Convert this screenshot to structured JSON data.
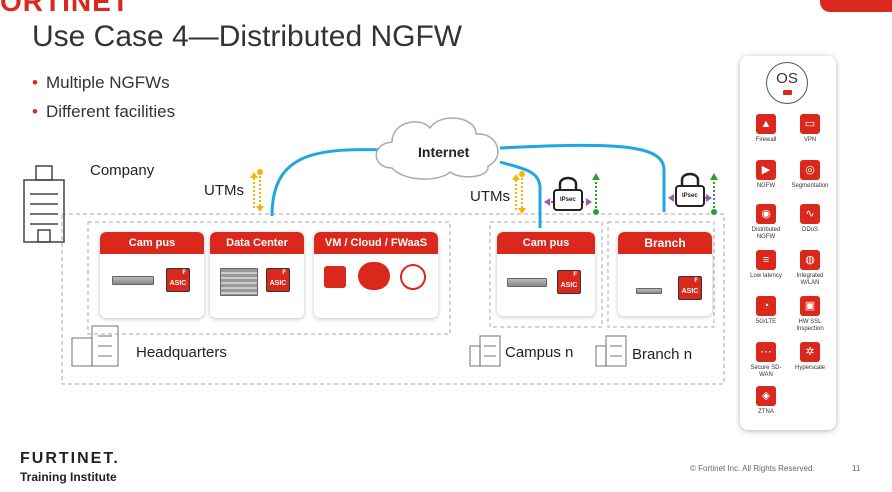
{
  "brand": {
    "logo_fragment": "ORTINET",
    "footer_logo": "FURTINET.",
    "footer_sub": "Training Institute",
    "accent": "#da291c"
  },
  "slide": {
    "title": "Use Case 4—Distributed NGFW",
    "bullets": [
      "Multiple NGFWs",
      "Different facilities"
    ],
    "copyright": "© Fortinet Inc. All Rights Reserved.",
    "page_number": "11"
  },
  "diagram": {
    "internet": "Internet",
    "company": "Company",
    "utms_left": "UTMs",
    "utms_right": "UTMs",
    "ipsec": "IPsec",
    "headquarters": "Headquarters",
    "campus_n": "Campus n",
    "branch_n": "Branch n",
    "cards": {
      "campus": "Cam pus",
      "data_center": "Data Center",
      "vm_cloud": "VM / Cloud / FWaaS",
      "campus2": "Cam pus",
      "branch": "Branch"
    },
    "asic": "ASIC"
  },
  "os_panel": {
    "badge": "OS",
    "features": [
      {
        "label": "Firewall",
        "icon": "flame-icon",
        "glyph": "▲"
      },
      {
        "label": "VPN",
        "icon": "vpn-icon",
        "glyph": "▭"
      },
      {
        "label": "NGFW",
        "icon": "ngfw-icon",
        "glyph": "▶"
      },
      {
        "label": "Segmentation",
        "icon": "segmentation-icon",
        "glyph": "◎"
      },
      {
        "label": "Distributed NGFW",
        "icon": "distributed-icon",
        "glyph": "◉"
      },
      {
        "label": "DDoS",
        "icon": "ddos-icon",
        "glyph": "∿"
      },
      {
        "label": "Low latency",
        "icon": "latency-icon",
        "glyph": "≡"
      },
      {
        "label": "Integrated W/LAN",
        "icon": "wlan-icon",
        "glyph": "◍"
      },
      {
        "label": "5G/LTE",
        "icon": "5g-icon",
        "glyph": "◔"
      },
      {
        "label": "HW SSL Inspection",
        "icon": "ssl-icon",
        "glyph": "▣"
      },
      {
        "label": "Secure SD-WAN",
        "icon": "sdwan-icon",
        "glyph": "⋯"
      },
      {
        "label": "Hyperscale",
        "icon": "hyperscale-icon",
        "glyph": "✲"
      },
      {
        "label": "ZTNA",
        "icon": "ztna-icon",
        "glyph": "◈"
      }
    ]
  }
}
